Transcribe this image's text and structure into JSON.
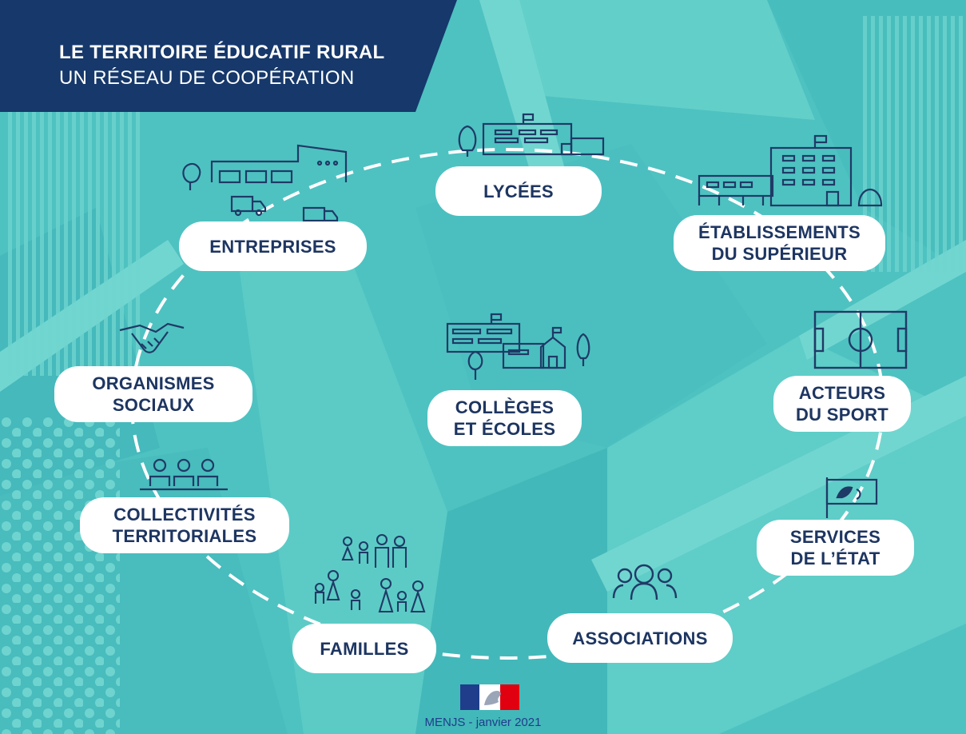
{
  "header": {
    "title": "LE TERRITOIRE ÉDUCATIF RURAL",
    "subtitle": "UN RÉSEAU DE COOPÉRATION"
  },
  "nodes": {
    "lycees": [
      "LYCÉES"
    ],
    "etablissements": [
      "ÉTABLISSEMENTS",
      "DU SUPÉRIEUR"
    ],
    "sport": [
      "ACTEURS",
      "DU SPORT"
    ],
    "etat": [
      "SERVICES",
      "DE L’ÉTAT"
    ],
    "associations": [
      "ASSOCIATIONS"
    ],
    "familles": [
      "FAMILLES"
    ],
    "collectivites": [
      "COLLECTIVITÉS",
      "TERRITORIALES"
    ],
    "organismes": [
      "ORGANISMES",
      "SOCIAUX"
    ],
    "entreprises": [
      "ENTREPRISES"
    ],
    "colleges": [
      "COLLÈGES",
      "ET ÉCOLES"
    ]
  },
  "footer": {
    "credit": "MENJS - janvier 2021"
  },
  "icons": {
    "lycees": "school-building-icon",
    "etablissements": "university-building-icon",
    "sport": "football-field-icon",
    "etat": "government-flag-icon",
    "associations": "group-people-icon",
    "familles": "families-icon",
    "collectivites": "council-people-icon",
    "organismes": "handshake-icon",
    "entreprises": "factory-trucks-icon",
    "colleges": "schools-icon",
    "logo": "marianne-logo-icon"
  },
  "colors": {
    "background": "#4ec2c1",
    "light_shape": "#6fd4cf",
    "dark_shape": "#3db4b8",
    "header_bg": "#16386b",
    "label_text": "#1d3561",
    "icon_stroke": "#1f3a66",
    "footer_text": "#1f3d8b"
  }
}
